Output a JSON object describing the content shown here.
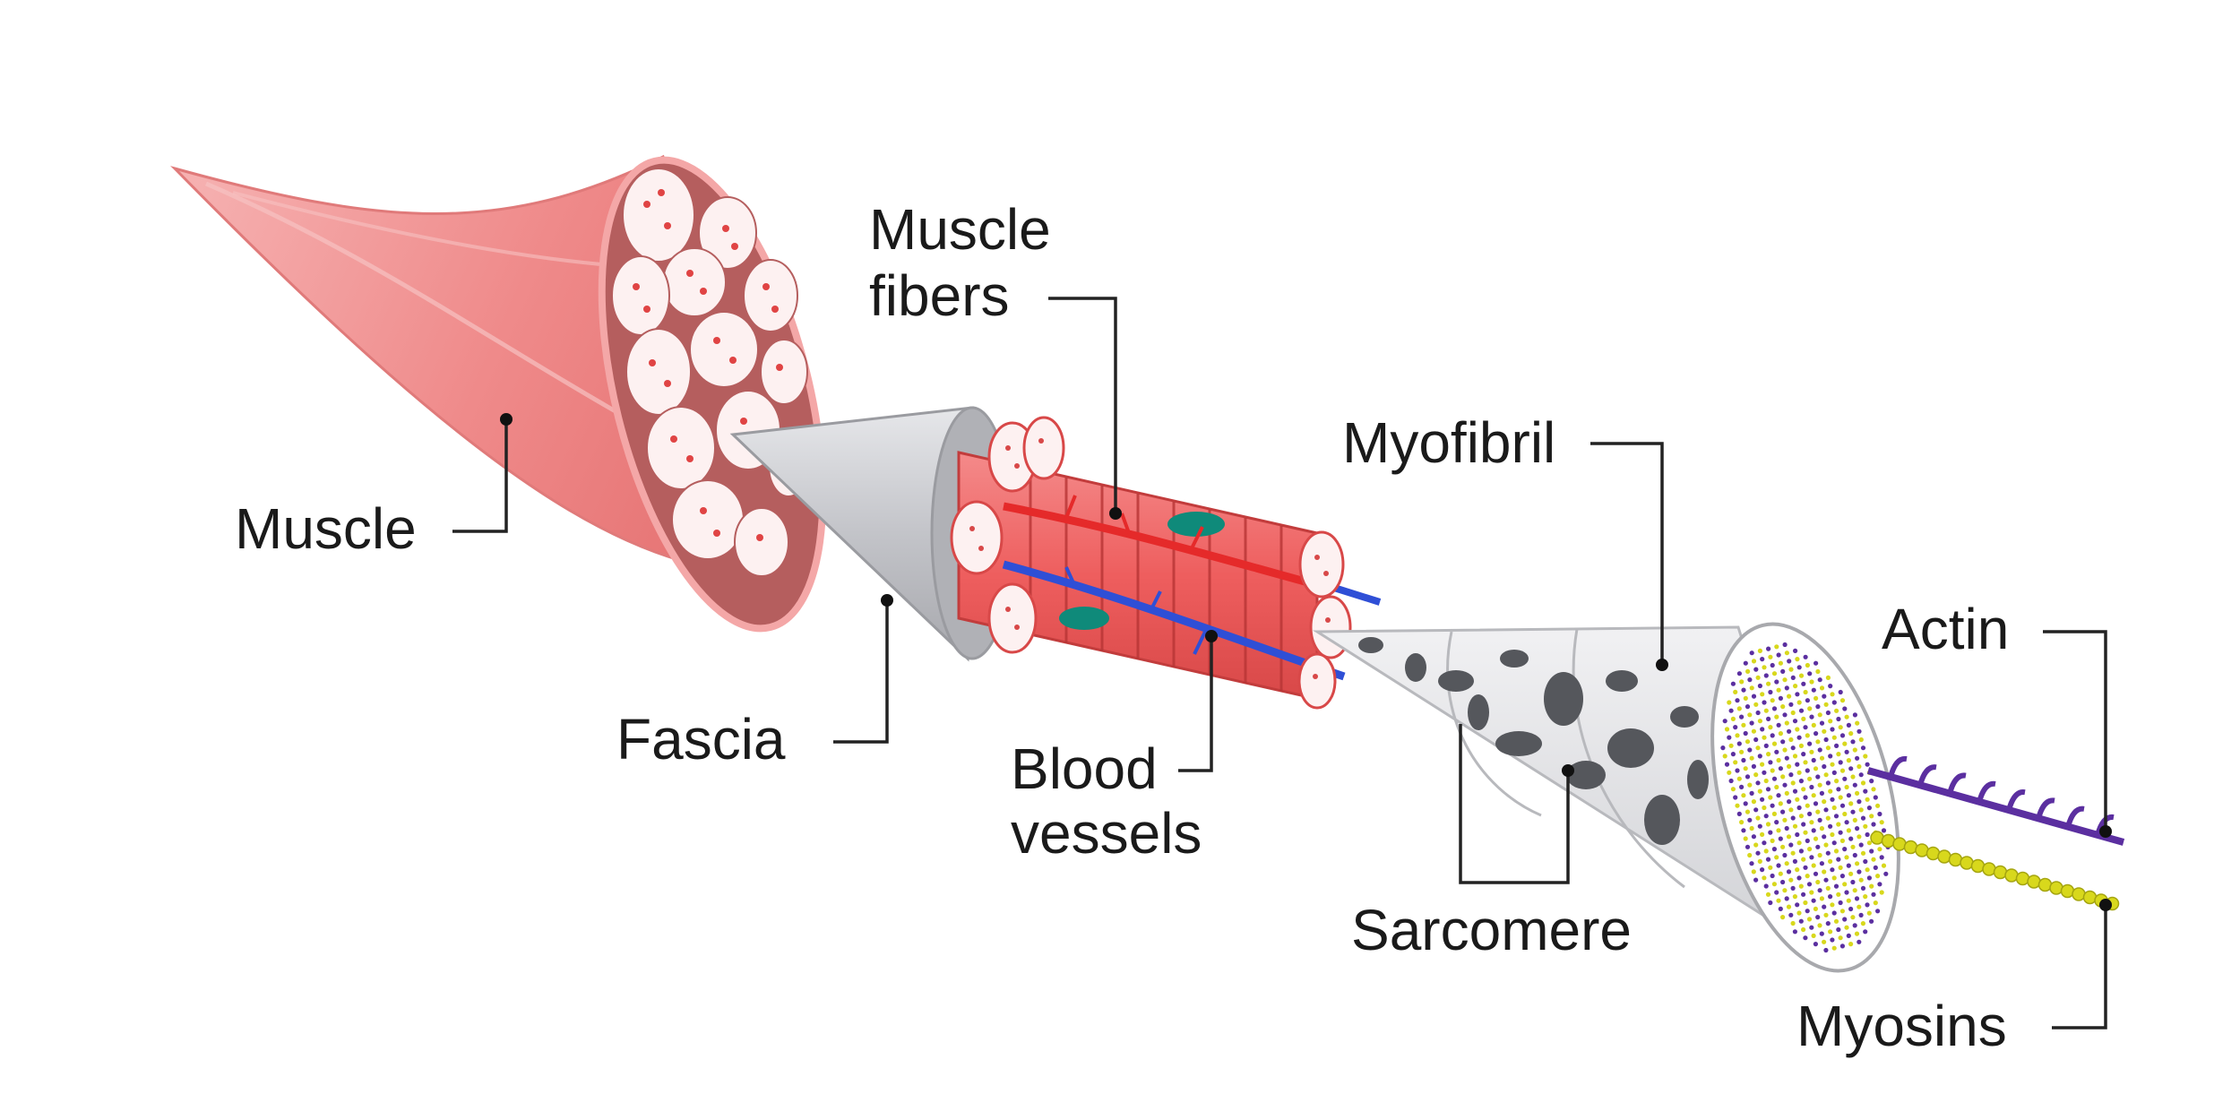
{
  "labels": {
    "muscle": "Muscle",
    "fascia": "Fascia",
    "muscle_fibers_line1": "Muscle",
    "muscle_fibers_line2": "fibers",
    "blood_vessels_line1": "Blood",
    "blood_vessels_line2": "vessels",
    "myofibril": "Myofibril",
    "sarcomere": "Sarcomere",
    "actin": "Actin",
    "myosins": "Myosins"
  },
  "colors": {
    "muscle": "#f08c8c",
    "muscle_dark": "#a85555",
    "fiber": "#f25c5c",
    "fascia": "#c9cacf",
    "artery": "#e52a2a",
    "vein": "#2f4fd6",
    "nucleus": "#0f8a7a",
    "myofibril_spot": "#55575c",
    "actin": "#5b2fa0",
    "myosin": "#d8d81c"
  }
}
